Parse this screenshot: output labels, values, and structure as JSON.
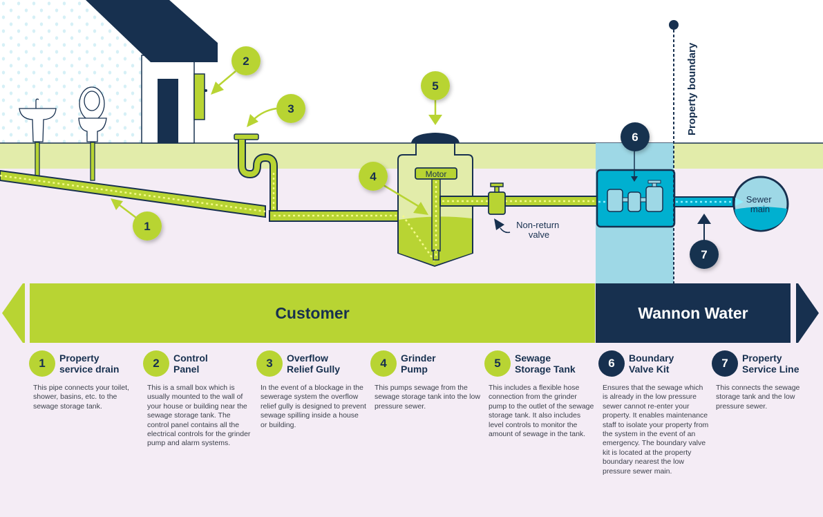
{
  "diagram": {
    "callouts": [
      "1",
      "2",
      "3",
      "4",
      "5",
      "6",
      "7"
    ],
    "motor_label": "Motor",
    "non_return_valve_label": [
      "Non-return",
      "valve"
    ],
    "sewer_main_label": [
      "Sewer",
      "main"
    ],
    "property_boundary_label": "Property boundary"
  },
  "responsibility": {
    "customer_label": "Customer",
    "wannon_label": "Wannon Water"
  },
  "colors": {
    "green": "#b8d433",
    "navy": "#17304f",
    "cyan": "#00b0d0",
    "light_blue": "#9ed8e6",
    "ground_green": "#e2ecaa",
    "soil": "#f4ecf5"
  },
  "items": [
    {
      "num": "1",
      "title": "Property service drain",
      "title_lines": [
        "Property",
        "service drain"
      ],
      "desc": "This pipe connects your toilet, shower, basins, etc. to the sewage storage tank.",
      "owner": "customer"
    },
    {
      "num": "2",
      "title": "Control Panel",
      "title_lines": [
        "Control",
        "Panel"
      ],
      "desc": "This is a small box which is usually mounted to the wall of your house or building near the sewage storage tank. The control panel contains all the electrical controls for the grinder pump and alarm systems.",
      "owner": "customer"
    },
    {
      "num": "3",
      "title": "Overflow Relief Gully",
      "title_lines": [
        "Overflow",
        "Relief Gully"
      ],
      "desc": "In the event of a blockage in the sewerage system the overflow relief gully is designed to prevent sewage spilling inside a house or building.",
      "owner": "customer"
    },
    {
      "num": "4",
      "title": "Grinder Pump",
      "title_lines": [
        "Grinder",
        "Pump"
      ],
      "desc": "This pumps sewage from the sewage storage tank into the low pressure sewer.",
      "owner": "customer"
    },
    {
      "num": "5",
      "title": "Sewage Storage Tank",
      "title_lines": [
        "Sewage",
        "Storage Tank"
      ],
      "desc": "This includes a flexible hose connection from the grinder pump to the outlet of the sewage storage tank. It also includes level controls to monitor the amount of sewage in the tank.",
      "owner": "customer"
    },
    {
      "num": "6",
      "title": "Boundary Valve Kit",
      "title_lines": [
        "Boundary",
        "Valve Kit"
      ],
      "desc": "Ensures that the sewage which is already in the low pressure sewer cannot re-enter your property. It enables maintenance staff to isolate your property from the system in the event of an emergency. The boundary valve kit is located at the property boundary nearest the low pressure sewer main.",
      "owner": "wannon"
    },
    {
      "num": "7",
      "title": "Property Service Line",
      "title_lines": [
        "Property",
        "Service Line"
      ],
      "desc": "This connects the sewage storage tank and the low pressure sewer.",
      "owner": "wannon"
    }
  ]
}
